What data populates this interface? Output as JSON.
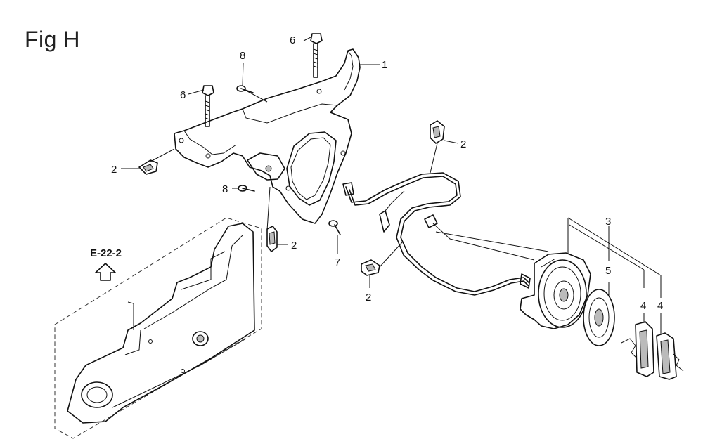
{
  "figure": {
    "title": "Fig H",
    "reference": "E-22-2"
  },
  "callouts": {
    "c1": "1",
    "c2a": "2",
    "c2b": "2",
    "c2c": "2",
    "c2d": "2",
    "c3": "3",
    "c4a": "4",
    "c4b": "4",
    "c5": "5",
    "c6a": "6",
    "c6b": "6",
    "c7": "7",
    "c8a": "8",
    "c8b": "8"
  },
  "icons": {
    "reference_arrow": "up-arrow-icon"
  },
  "colors": {
    "line": "#111111",
    "background": "#ffffff"
  }
}
